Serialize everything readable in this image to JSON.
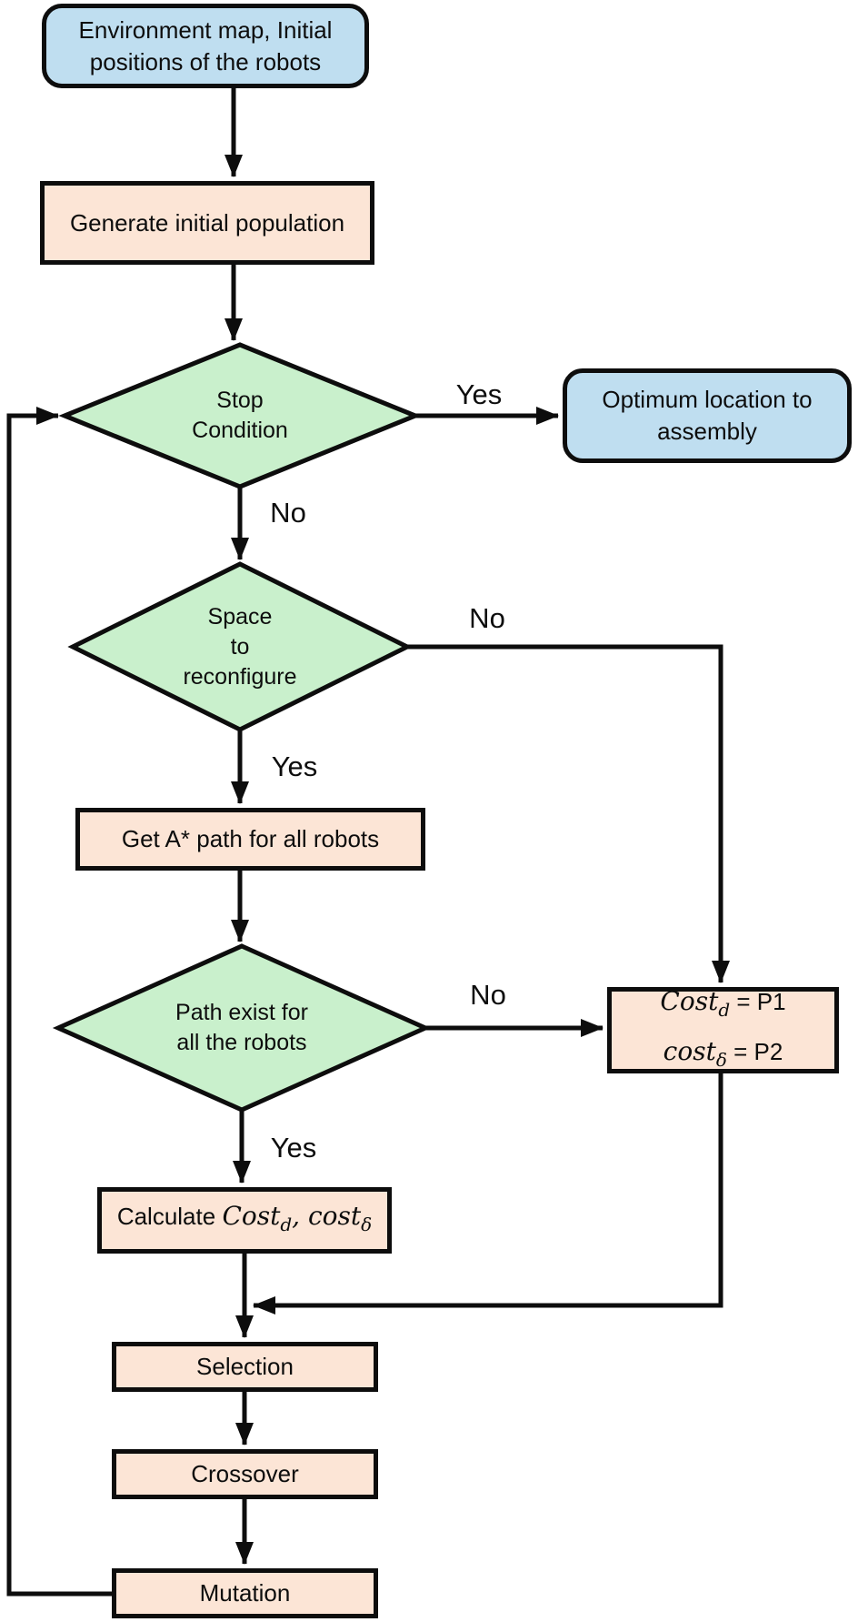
{
  "colors": {
    "node_blue": "#bfdef0",
    "node_green": "#c9f0cc",
    "node_peach": "#fce5d6",
    "line": "#0d0d0d",
    "background": "#ffffff"
  },
  "nodes": {
    "start": {
      "label": "Environment map, Initial\npositions of the robots"
    },
    "generate_population": {
      "label": "Generate initial population"
    },
    "stop_condition": {
      "label": "Stop\nCondition"
    },
    "optimum_location": {
      "label": "Optimum location to\nassembly"
    },
    "space_to_reconfigure": {
      "label": "Space\nto\nreconfigure"
    },
    "get_astar_path": {
      "label": "Get A* path for all robots"
    },
    "path_exists": {
      "label": "Path exist for\nall the robots"
    },
    "penalty_assignment": {
      "line1": {
        "var": "Cost",
        "sub": "d",
        "eq": " = P1"
      },
      "line2": {
        "var": "cost",
        "sub": "δ",
        "eq": " = P2"
      }
    },
    "calculate_cost": {
      "prefix": "Calculate ",
      "var1": "Cost",
      "sub1": "d",
      "separator": ", ",
      "var2": "cost",
      "sub2": "δ"
    },
    "selection": {
      "label": "Selection"
    },
    "crossover": {
      "label": "Crossover"
    },
    "mutation": {
      "label": "Mutation"
    }
  },
  "edges": [
    {
      "from": "start",
      "to": "generate_population",
      "label": ""
    },
    {
      "from": "generate_population",
      "to": "stop_condition",
      "label": ""
    },
    {
      "from": "stop_condition",
      "to": "optimum_location",
      "label": "Yes"
    },
    {
      "from": "stop_condition",
      "to": "space_to_reconfigure",
      "label": "No"
    },
    {
      "from": "space_to_reconfigure",
      "to": "penalty_assignment",
      "label": "No"
    },
    {
      "from": "space_to_reconfigure",
      "to": "get_astar_path",
      "label": "Yes"
    },
    {
      "from": "get_astar_path",
      "to": "path_exists",
      "label": ""
    },
    {
      "from": "path_exists",
      "to": "penalty_assignment",
      "label": "No"
    },
    {
      "from": "path_exists",
      "to": "calculate_cost",
      "label": "Yes"
    },
    {
      "from": "penalty_assignment",
      "to": "selection",
      "label": ""
    },
    {
      "from": "calculate_cost",
      "to": "selection",
      "label": ""
    },
    {
      "from": "selection",
      "to": "crossover",
      "label": ""
    },
    {
      "from": "crossover",
      "to": "mutation",
      "label": ""
    },
    {
      "from": "mutation",
      "to": "stop_condition",
      "label": ""
    }
  ]
}
